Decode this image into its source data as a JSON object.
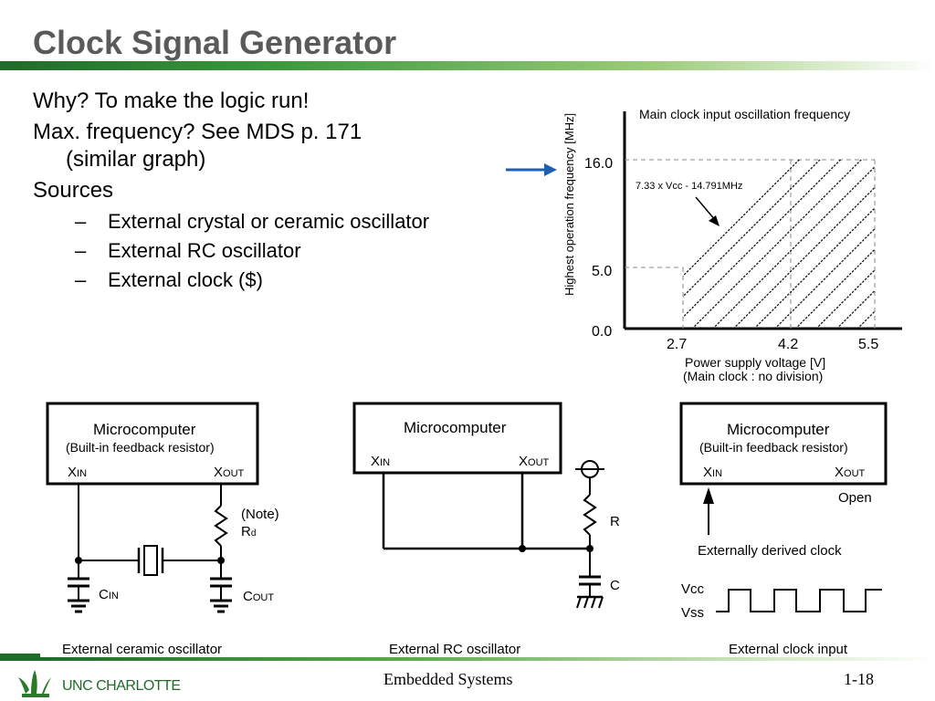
{
  "slide": {
    "title": "Clock Signal Generator",
    "bullets": [
      {
        "text": "Why? To make the logic run!"
      },
      {
        "text": "Max. frequency? See MDS p. 171",
        "cont": "(similar graph)"
      },
      {
        "text": "Sources"
      }
    ],
    "sub_bullets": [
      "External crystal or ceramic oscillator",
      "External RC oscillator",
      "External clock ($)"
    ],
    "dash": "–"
  },
  "graph": {
    "title": "Main clock input oscillation frequency",
    "ylabel": "Highest operation frequency [MHz]",
    "xlabel_line1": "Power supply voltage [V]",
    "xlabel_line2": "(Main clock : no division)",
    "y_ticks": [
      "16.0",
      "5.0",
      "0.0"
    ],
    "x_ticks": [
      "2.7",
      "4.2",
      "5.5"
    ],
    "formula": "7.33 x Vcc - 14.791MHz"
  },
  "chart_data": {
    "type": "area",
    "title": "Main clock input oscillation frequency",
    "xlabel": "Power supply voltage [V]",
    "ylabel": "Highest operation frequency [MHz]",
    "x": [
      2.7,
      4.2,
      5.5
    ],
    "values": [
      5.0,
      16.0,
      16.0
    ],
    "y_ticks": [
      0.0,
      5.0,
      16.0
    ],
    "x_ticks": [
      2.7,
      4.2,
      5.5
    ],
    "annotation": "7.33 x Vcc - 14.791MHz"
  },
  "circuits": {
    "ceramic": {
      "chip": "Microcomputer",
      "chip_sub": "(Built-in feedback resistor)",
      "xin": "X",
      "xin_sub": "IN",
      "xout": "X",
      "xout_sub": "OUT",
      "note": "(Note)",
      "rd": "R",
      "rd_sub": "d",
      "cin": "C",
      "cin_sub": "IN",
      "cout": "C",
      "cout_sub": "OUT",
      "caption": "External ceramic oscillator"
    },
    "rc": {
      "chip": "Microcomputer",
      "xin": "X",
      "xin_sub": "IN",
      "xout": "X",
      "xout_sub": "OUT",
      "r": "R",
      "c": "C",
      "caption": "External RC oscillator"
    },
    "clock": {
      "chip": "Microcomputer",
      "chip_sub": "(Built-in feedback resistor)",
      "xin": "X",
      "xin_sub": "IN",
      "xout": "X",
      "xout_sub": "OUT",
      "open": "Open",
      "derived": "Externally derived clock",
      "vcc": "Vcc",
      "vss": "Vss",
      "caption": "External clock input"
    }
  },
  "footer": {
    "center": "Embedded Systems",
    "page": "1-18",
    "logo_text": "UNC CHARLOTTE"
  },
  "colors": {
    "title": "#5a5a5a",
    "brand_green": "#1f6b2a",
    "arrow_blue": "#1f5fb0"
  }
}
